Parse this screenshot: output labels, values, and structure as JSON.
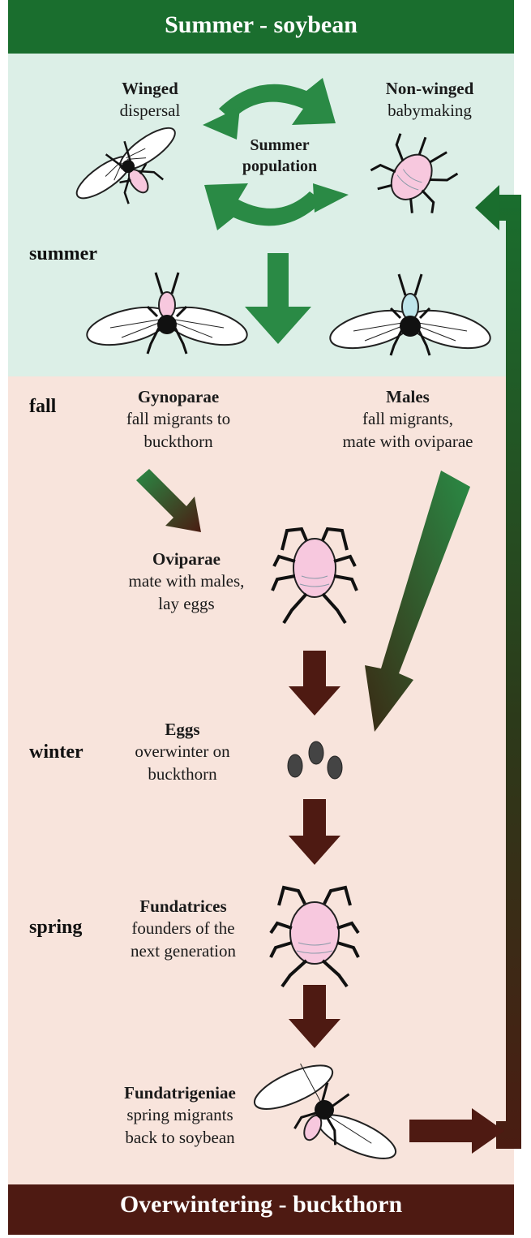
{
  "banners": {
    "top": "Summer - soybean",
    "bottom": "Overwintering - buckthorn"
  },
  "seasons": {
    "summer": "summer",
    "fall": "fall",
    "winter": "winter",
    "spring": "spring"
  },
  "cycle": {
    "center": [
      "Summer",
      "population"
    ]
  },
  "stages": {
    "winged": {
      "title": "Winged",
      "desc": [
        "dispersal"
      ]
    },
    "nonwinged": {
      "title": "Non-winged",
      "desc": [
        "babymaking"
      ]
    },
    "gynoparae": {
      "title": "Gynoparae",
      "desc": [
        "fall migrants to",
        "buckthorn"
      ]
    },
    "males": {
      "title": "Males",
      "desc": [
        "fall migrants,",
        "mate with oviparae"
      ]
    },
    "oviparae": {
      "title": "Oviparae",
      "desc": [
        "mate with males,",
        "lay eggs"
      ]
    },
    "eggs": {
      "title": "Eggs",
      "desc": [
        "overwinter on",
        "buckthorn"
      ]
    },
    "fundatrices": {
      "title": "Fundatrices",
      "desc": [
        "founders of the",
        "next generation"
      ]
    },
    "fundatrigeniae": {
      "title": "Fundatrigeniae",
      "desc": [
        "spring migrants",
        "back to soybean"
      ]
    }
  },
  "colors": {
    "green_dark": "#1a6e2e",
    "green_arrow": "#2a8a45",
    "brown_dark": "#4e1a12",
    "summer_bg": "#dcefe7",
    "fall_bg": "#f8e4dc",
    "aphid_pink": "#f7c8de"
  }
}
